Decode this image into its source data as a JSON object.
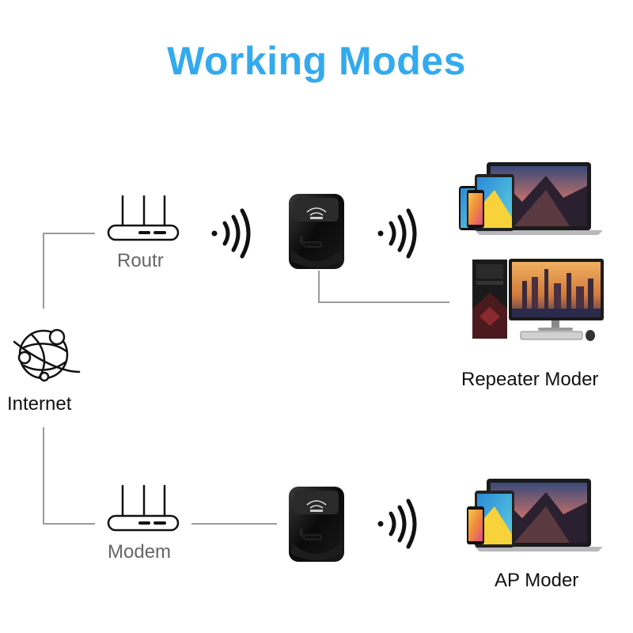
{
  "title": "Working Modes",
  "colors": {
    "title": "#33aaee",
    "line": "#9a9a9a",
    "device_black": "#0c0c0c"
  },
  "nodes": {
    "internet": {
      "label": "Internet",
      "icon": "globe-network-icon"
    },
    "router": {
      "label": "Routr",
      "icon": "router-icon"
    },
    "modem": {
      "label": "Modem",
      "icon": "router-icon"
    },
    "repeater_top": {
      "icon": "wifi-repeater-icon",
      "badge": "WiFi"
    },
    "repeater_bottom": {
      "icon": "wifi-repeater-icon",
      "badge": "WiFi"
    },
    "laptop_top": {
      "icon": "laptop-phone-icon"
    },
    "desktop": {
      "icon": "desktop-pc-icon"
    },
    "laptop_bottom": {
      "icon": "laptop-phone-icon"
    }
  },
  "modes": {
    "repeater": "Repeater Moder",
    "ap": "AP Moder"
  }
}
